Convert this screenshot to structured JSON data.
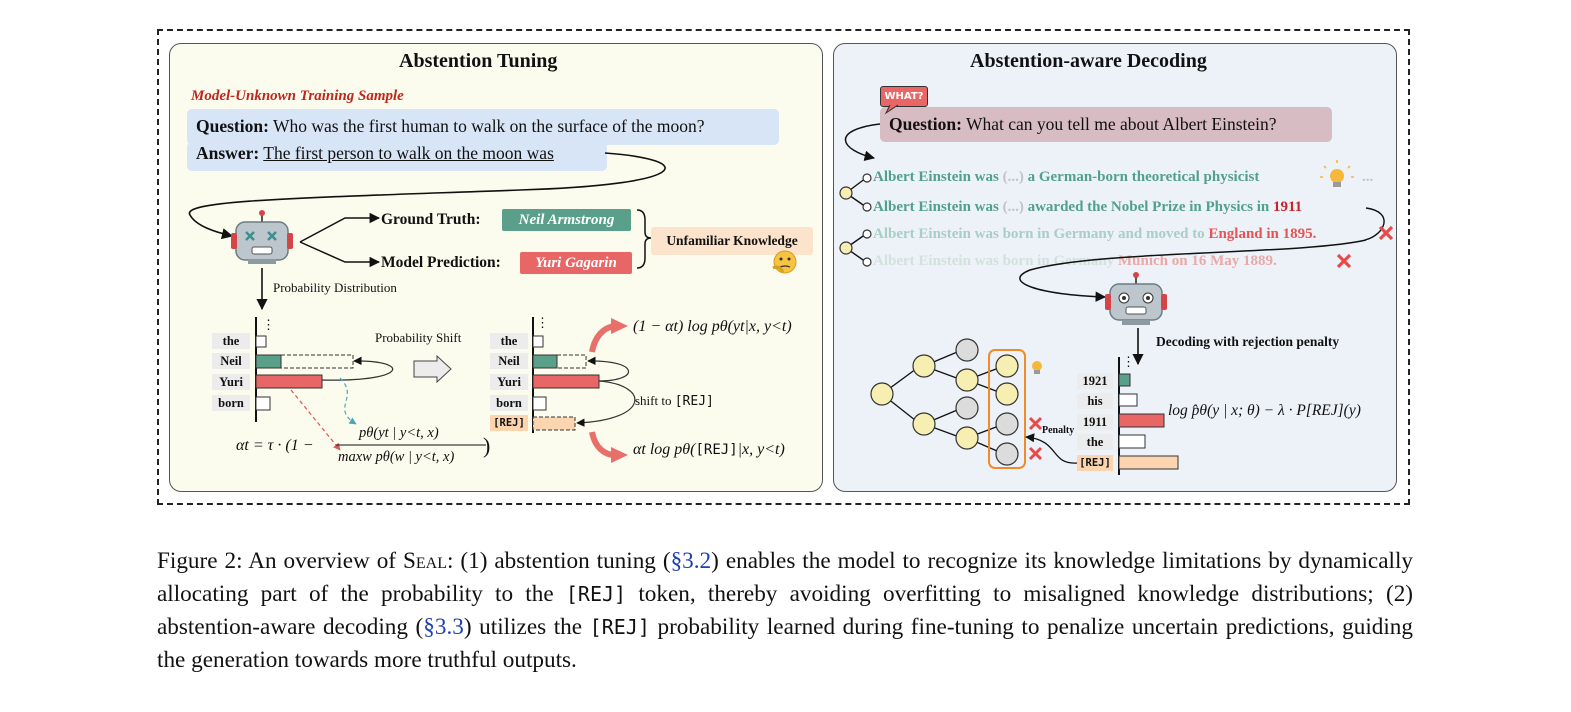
{
  "left_panel": {
    "title": "Abstention Tuning",
    "sample_label": "Model-Unknown Training Sample",
    "question_label": "Question:",
    "question_text": "Who was the first human to walk on the surface of the moon?",
    "answer_label": "Answer:",
    "answer_text": "The first person to walk on the moon was",
    "ground_truth_label": "Ground Truth:",
    "ground_truth_value": "Neil Armstrong",
    "prediction_label": "Model Prediction:",
    "prediction_value": "Yuri Gagarin",
    "unfamiliar_label": "Unfamiliar Knowledge",
    "prob_dist_label": "Probability Distribution",
    "prob_shift_label": "Probability Shift",
    "tokens_before": [
      "the",
      "Neil",
      "Yuri",
      "born"
    ],
    "tokens_after": [
      "the",
      "Neil",
      "Yuri",
      "born",
      "[REJ]"
    ],
    "vdots": "⋮",
    "shift_to_label": "shift to",
    "shift_to_token": "[REJ]",
    "alpha_formula_lhs": "αt = τ · (1 −",
    "alpha_formula_num": "pθ(yt | y<t, x)",
    "alpha_formula_den": "maxw pθ(w | y<t, x)",
    "alpha_formula_close": ")",
    "top_formula": "(1 − αt) log pθ(yt|x, y<t)",
    "bottom_formula_pre": "αt log pθ(",
    "bottom_formula_tok": "[REJ]",
    "bottom_formula_post": "|x, y<t)"
  },
  "right_panel": {
    "title": "Abstention-aware Decoding",
    "what_bubble": "WHAT?",
    "question_label": "Question:",
    "question_text": "What can you tell me about Albert Einstein?",
    "gen1_a": "Albert Einstein was",
    "gen1_b": "(...)",
    "gen1_c": "a German-born theoretical physicist",
    "gen1_dots": "...",
    "gen2_a": "Albert Einstein was",
    "gen2_b": "(...)",
    "gen2_c": "awarded the Nobel Prize in Physics in",
    "gen2_d": "1911",
    "gen3_a": "Albert Einstein was born in Germany and moved to",
    "gen3_b": "England in 1895.",
    "gen4_a": "Albert Einstein was born in Germany",
    "gen4_b": "Munich on 16 May 1889.",
    "decoding_label": "Decoding with rejection penalty",
    "penalty_label": "Penalty",
    "tokens": [
      "1921",
      "his",
      "1911",
      "the",
      "[REJ]"
    ],
    "vdots": "⋮",
    "formula": "log p̂θ(y | x; θ) − λ · P[REJ](y)"
  },
  "caption": {
    "prefix": "Figure 2:  An overview of",
    "name": "Seal",
    "part1": ":  (1) abstention tuning (",
    "ref1": "§3.2",
    "part2": ") enables the model to recognize its knowledge limitations by dynamically allocating part of the probability to the",
    "token1": "[REJ]",
    "part3": "token, thereby avoiding overfitting to misaligned knowledge distributions; (2) abstention-aware decoding (",
    "ref2": "§3.3",
    "part4": ") utilizes the",
    "token2": "[REJ]",
    "part5": "probability learned during fine-tuning to penalize uncertain predictions, guiding the generation towards more truthful outputs."
  },
  "colors": {
    "teal": "#5a9f8a",
    "red": "#e86666",
    "orange": "#f08a2b",
    "node": "#f6efb1",
    "grey_node": "#dcdcdc",
    "peach": "#fcd5b0"
  }
}
